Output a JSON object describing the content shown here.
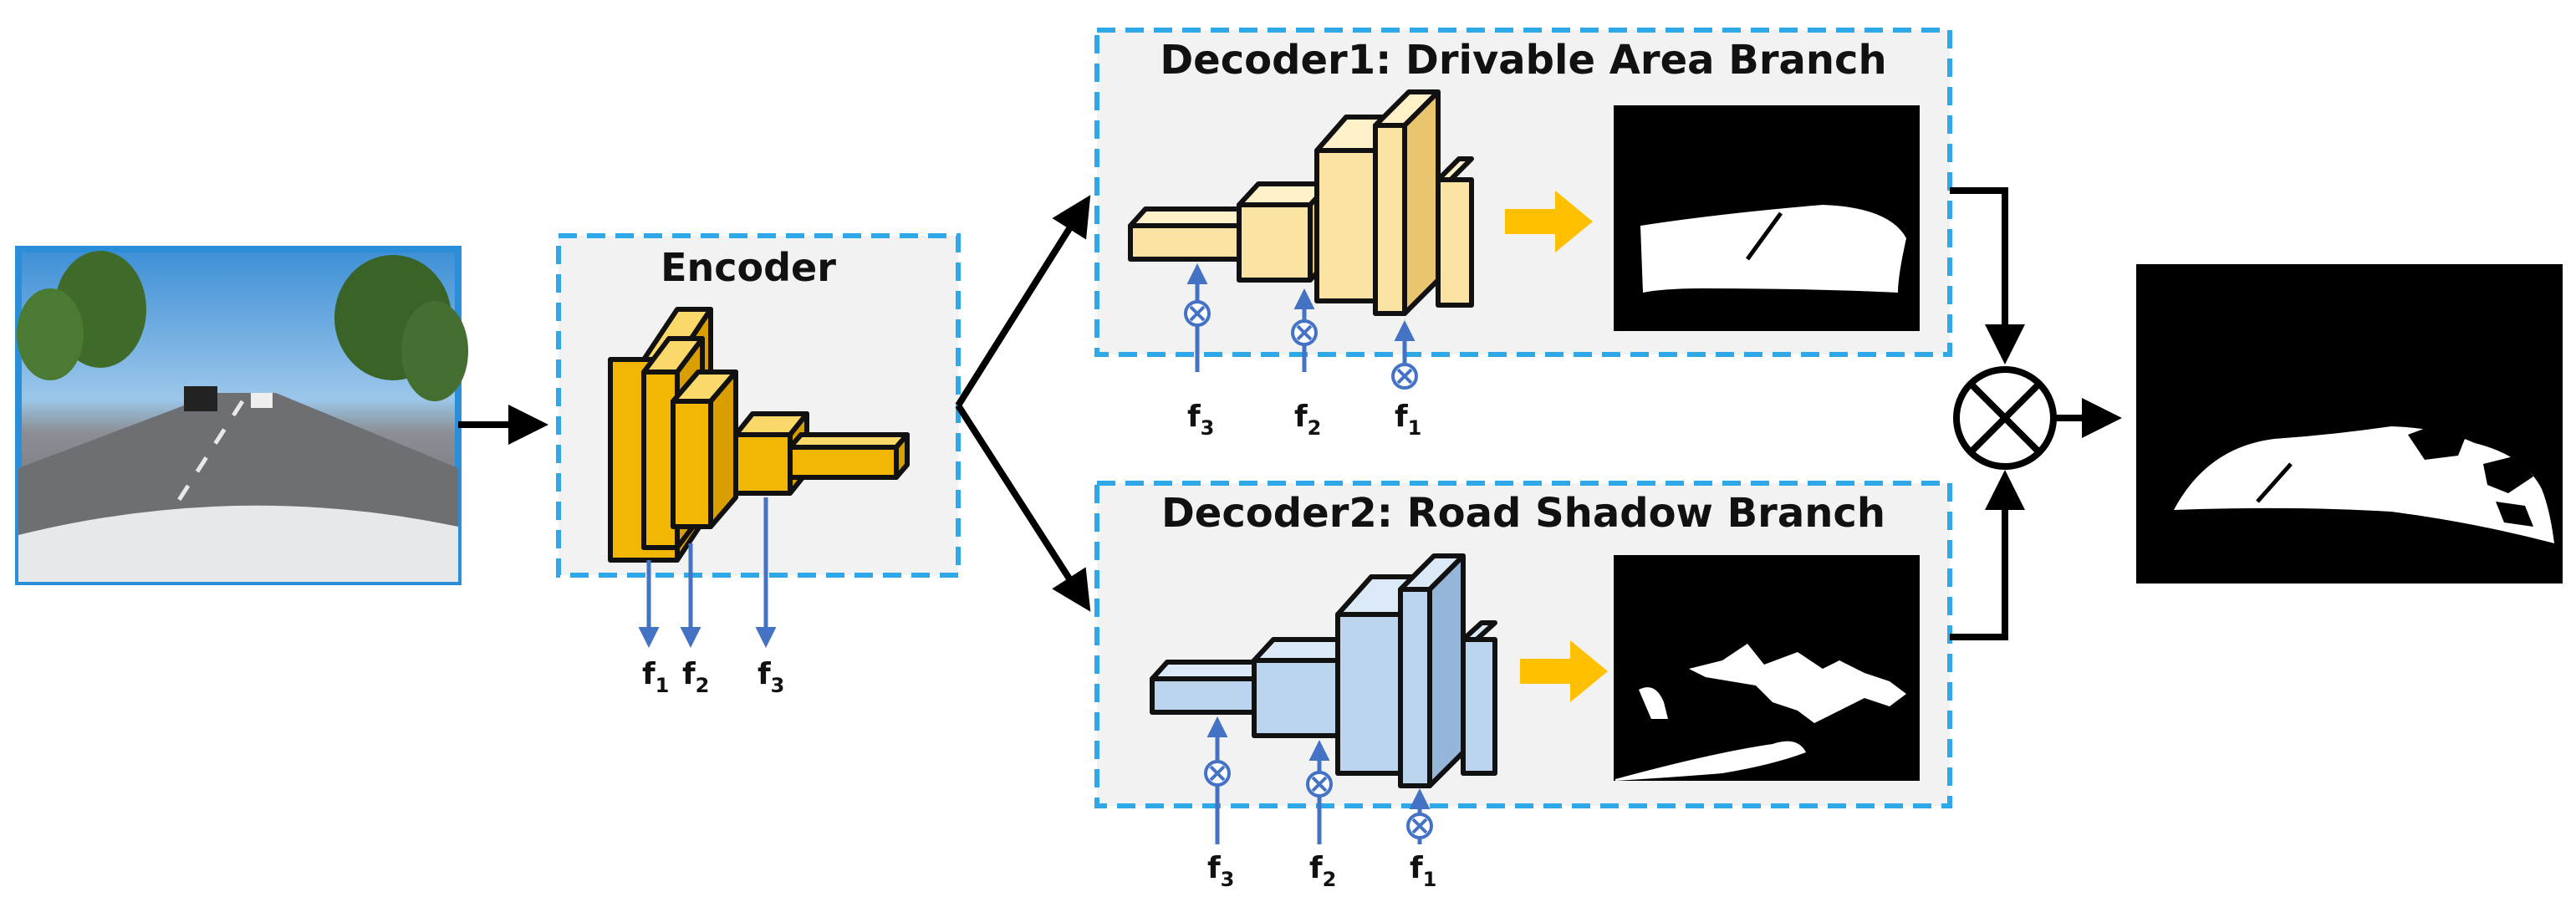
{
  "encoder": {
    "title": "Encoder",
    "outputs": [
      {
        "name": "f",
        "sub": "1"
      },
      {
        "name": "f",
        "sub": "2"
      },
      {
        "name": "f",
        "sub": "3"
      }
    ]
  },
  "decoder1": {
    "title": "Decoder1: Drivable Area Branch",
    "inputs": [
      {
        "name": "f",
        "sub": "3"
      },
      {
        "name": "f",
        "sub": "2"
      },
      {
        "name": "f",
        "sub": "1"
      }
    ]
  },
  "decoder2": {
    "title": "Decoder2: Road Shadow Branch",
    "inputs": [
      {
        "name": "f",
        "sub": "3"
      },
      {
        "name": "f",
        "sub": "2"
      },
      {
        "name": "f",
        "sub": "1"
      }
    ]
  },
  "colors": {
    "dashed_border": "#2ea8e6",
    "panel_fill": "#f2f2f2",
    "encoder_block": "#f2b705",
    "decoder1_block": "#fbe3a3",
    "decoder2_block": "#bcd5ee",
    "feature_arrow": "#4472c4",
    "orange_arrow": "#ffc000",
    "flow_arrow": "#000000"
  },
  "icons": [
    "multiply-circle-icon",
    "right-arrow-icon",
    "down-arrow-icon",
    "up-arrow-icon"
  ]
}
